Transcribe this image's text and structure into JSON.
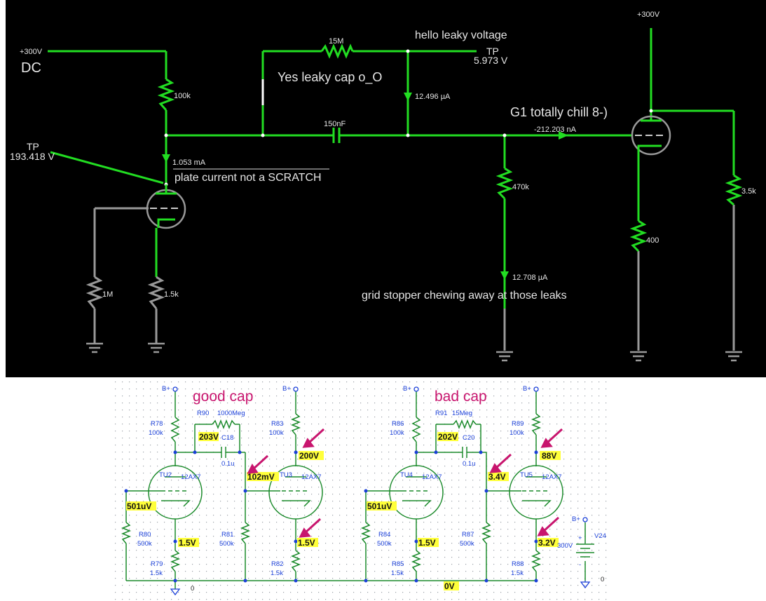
{
  "top": {
    "supply_left": "+300V",
    "dc_label": "DC",
    "r_plate": "100k",
    "tp_left_label": "TP",
    "tp_left_value": "193.418 V",
    "plate_current": "1.053 mA",
    "plate_note": "plate current not a SCRATCH",
    "r_grid_left": "1M",
    "r_cathode_left": "1.5k",
    "r_leak": "15M",
    "leak_cap_note": "Yes leaky cap o_O",
    "leak_voltage_note": "hello leaky voltage",
    "tp_right_label": "TP",
    "tp_right_value": "5.973 V",
    "leak_current": "12.496 µA",
    "cap_value": "150nF",
    "g1_note": "G1 totally chill 8-)",
    "grid_current": "-212.203 nA",
    "r_grid_stopper": "470k",
    "stopper_current": "12.708 µA",
    "stopper_note": "grid stopper chewing away at those leaks",
    "supply_right": "+300V",
    "r_plate_right": "3.5k",
    "r_cathode_right": "400"
  },
  "bottom": {
    "good_title": "good cap",
    "bad_title": "bad cap",
    "bplus": "B+",
    "ground0": "0",
    "zero_v": "0V",
    "g": {
      "r78": "R78",
      "r78v": "100k",
      "r90": "R90",
      "r90v": "1000Meg",
      "c18": "C18",
      "c18v": "0.1u",
      "v_plate1": "203V",
      "tu2": "TU2",
      "tu2t": "12AX7",
      "v_grid1": "501uV",
      "r80": "R80",
      "r80v": "500k",
      "v_cath1": "1.5V",
      "r79": "R79",
      "r79v": "1.5k",
      "r83": "R83",
      "r83v": "100k",
      "v_plate2": "200V",
      "v_grid2": "102mV",
      "tu3": "TU3",
      "tu3t": "12AX7",
      "r81": "R81",
      "r81v": "500k",
      "v_cath2": "1.5V",
      "r82": "R82",
      "r82v": "1.5k"
    },
    "b": {
      "r86": "R86",
      "r86v": "100k",
      "r91": "R91",
      "r91v": "15Meg",
      "c20": "C20",
      "c20v": "0.1u",
      "v_plate1": "202V",
      "tu4": "TU4",
      "tu4t": "12AX7",
      "v_grid1": "501uV",
      "r84": "R84",
      "r84v": "500k",
      "v_cath1": "1.5V",
      "r85": "R85",
      "r85v": "1.5k",
      "r89": "R89",
      "r89v": "100k",
      "v_plate2": "88V",
      "v_grid2": "3.4V",
      "tu5": "TU5",
      "tu5t": "12AX7",
      "r87": "R87",
      "r87v": "500k",
      "v_cath2": "3.2V",
      "r88": "R88",
      "r88v": "1.5k",
      "v24": "V24",
      "v24v": "300V",
      "plus": "+",
      "minus": "-",
      "v24gnd": "0"
    }
  }
}
